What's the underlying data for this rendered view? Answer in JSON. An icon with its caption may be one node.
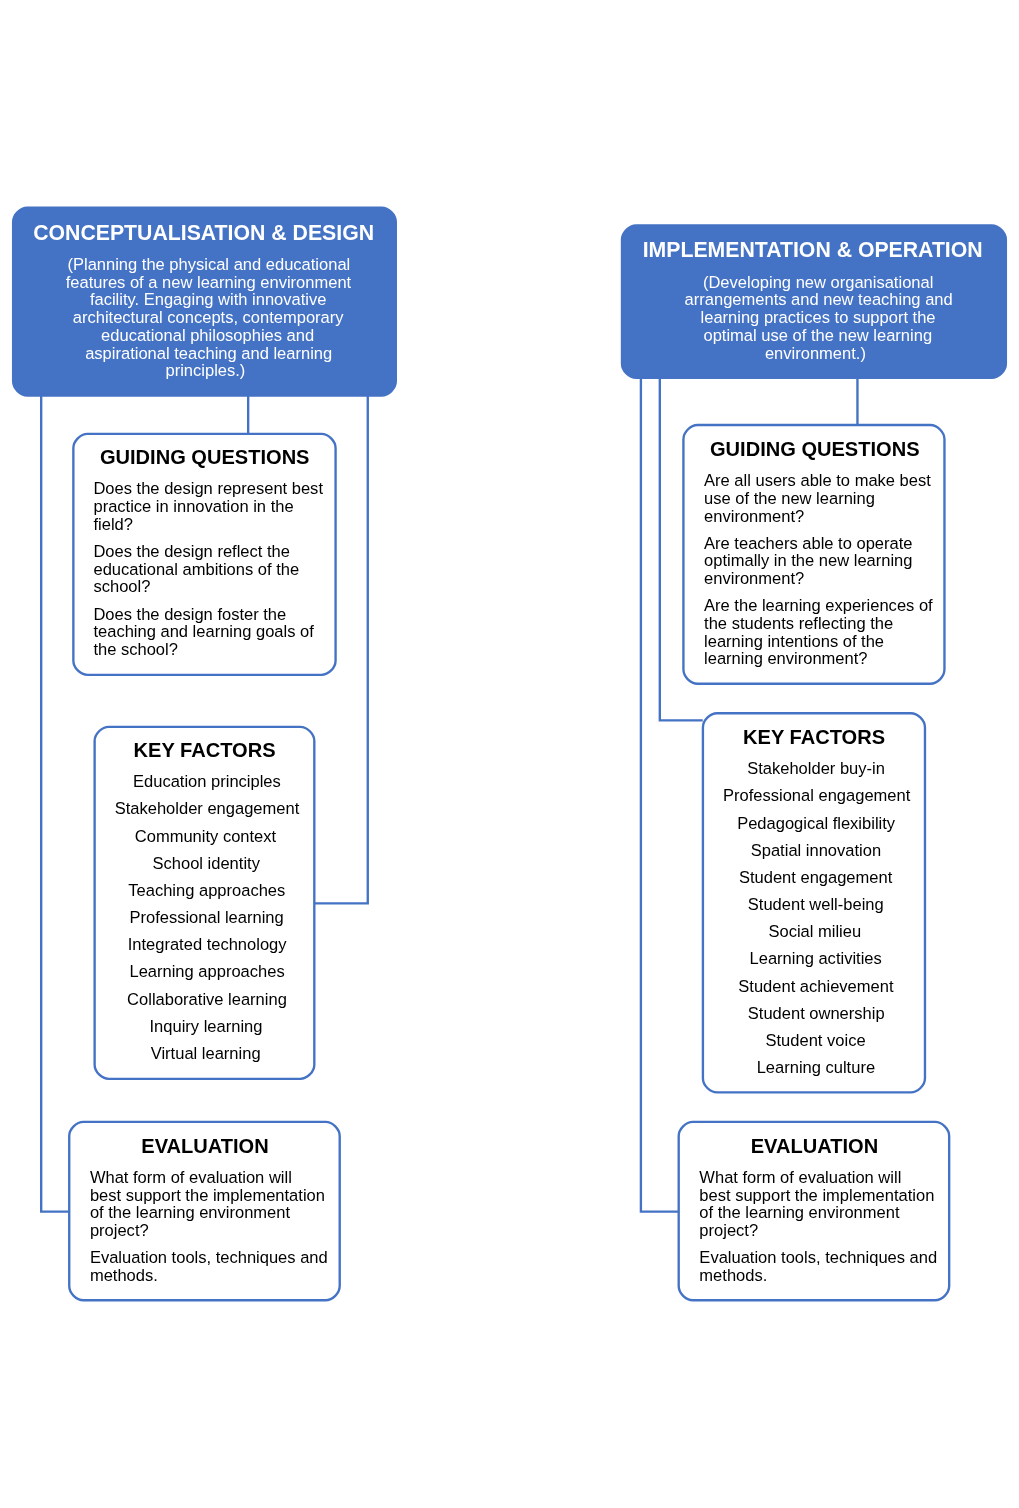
{
  "diagram": {
    "nodes": [
      {
        "text": [
          "CONCEPTUALISATION & DESIGN",
          "(Planning the physical and educational features of a new learning environment facility. Engaging with innovative architectural concepts, contemporary educational philosophies and aspirational teaching and learning principles.)"
        ]
      },
      {
        "text": [
          "GUIDING QUESTIONS",
          "Does the design represent best practice in innovation in the field?",
          "Does the design reflect the educational ambitions of the school?",
          "Does the design foster the teaching and learning goals of the school?"
        ]
      },
      {
        "text": [
          "KEY FACTORS",
          "Education principles",
          "Stakeholder engagement",
          "Community context",
          "School identity",
          "Teaching approaches",
          "Professional learning",
          "Integrated technology",
          "Learning approaches",
          "Collaborative learning",
          "Inquiry learning",
          "Virtual learning"
        ]
      },
      {
        "text": [
          "EVALUATION",
          "What form of evaluation will best support the implementation of the learning environment project?",
          "Evaluation tools, techniques and methods."
        ]
      },
      {
        "text": [
          "IMPLEMENTATION & OPERATION",
          "(Developing new organisational arrangements and new teaching and learning practices to support the optimal use of the new learning environment.)"
        ]
      },
      {
        "text": [
          "GUIDING QUESTIONS",
          "Are all users able to make best use of the new learning environment?",
          "Are teachers able to operate optimally in the new learning environment?",
          "Are the learning experiences of the students reflecting the learning intentions of the learning environment?"
        ]
      },
      {
        "text": [
          "KEY FACTORS",
          "Stakeholder buy-in",
          "Professional engagement",
          "Pedagogical flexibility",
          "Spatial innovation",
          "Student engagement",
          "Student well-being",
          "Social milieu",
          "Learning activities",
          "Student achievement",
          "Student ownership",
          "Student voice",
          "Learning culture"
        ]
      },
      {
        "text": [
          "EVALUATION",
          "What form of evaluation will best support the implementation of the learning environment project?",
          "Evaluation tools, techniques and methods."
        ]
      }
    ],
    "edges": [
      {
        "from": 0,
        "to": 1,
        "arrow": "none"
      },
      {
        "from": 0,
        "to": 2,
        "arrow": "none"
      },
      {
        "from": 0,
        "to": 3,
        "arrow": "none"
      },
      {
        "from": 4,
        "to": 5,
        "arrow": "none"
      },
      {
        "from": 4,
        "to": 6,
        "arrow": "none"
      },
      {
        "from": 4,
        "to": 7,
        "arrow": "none"
      }
    ]
  }
}
